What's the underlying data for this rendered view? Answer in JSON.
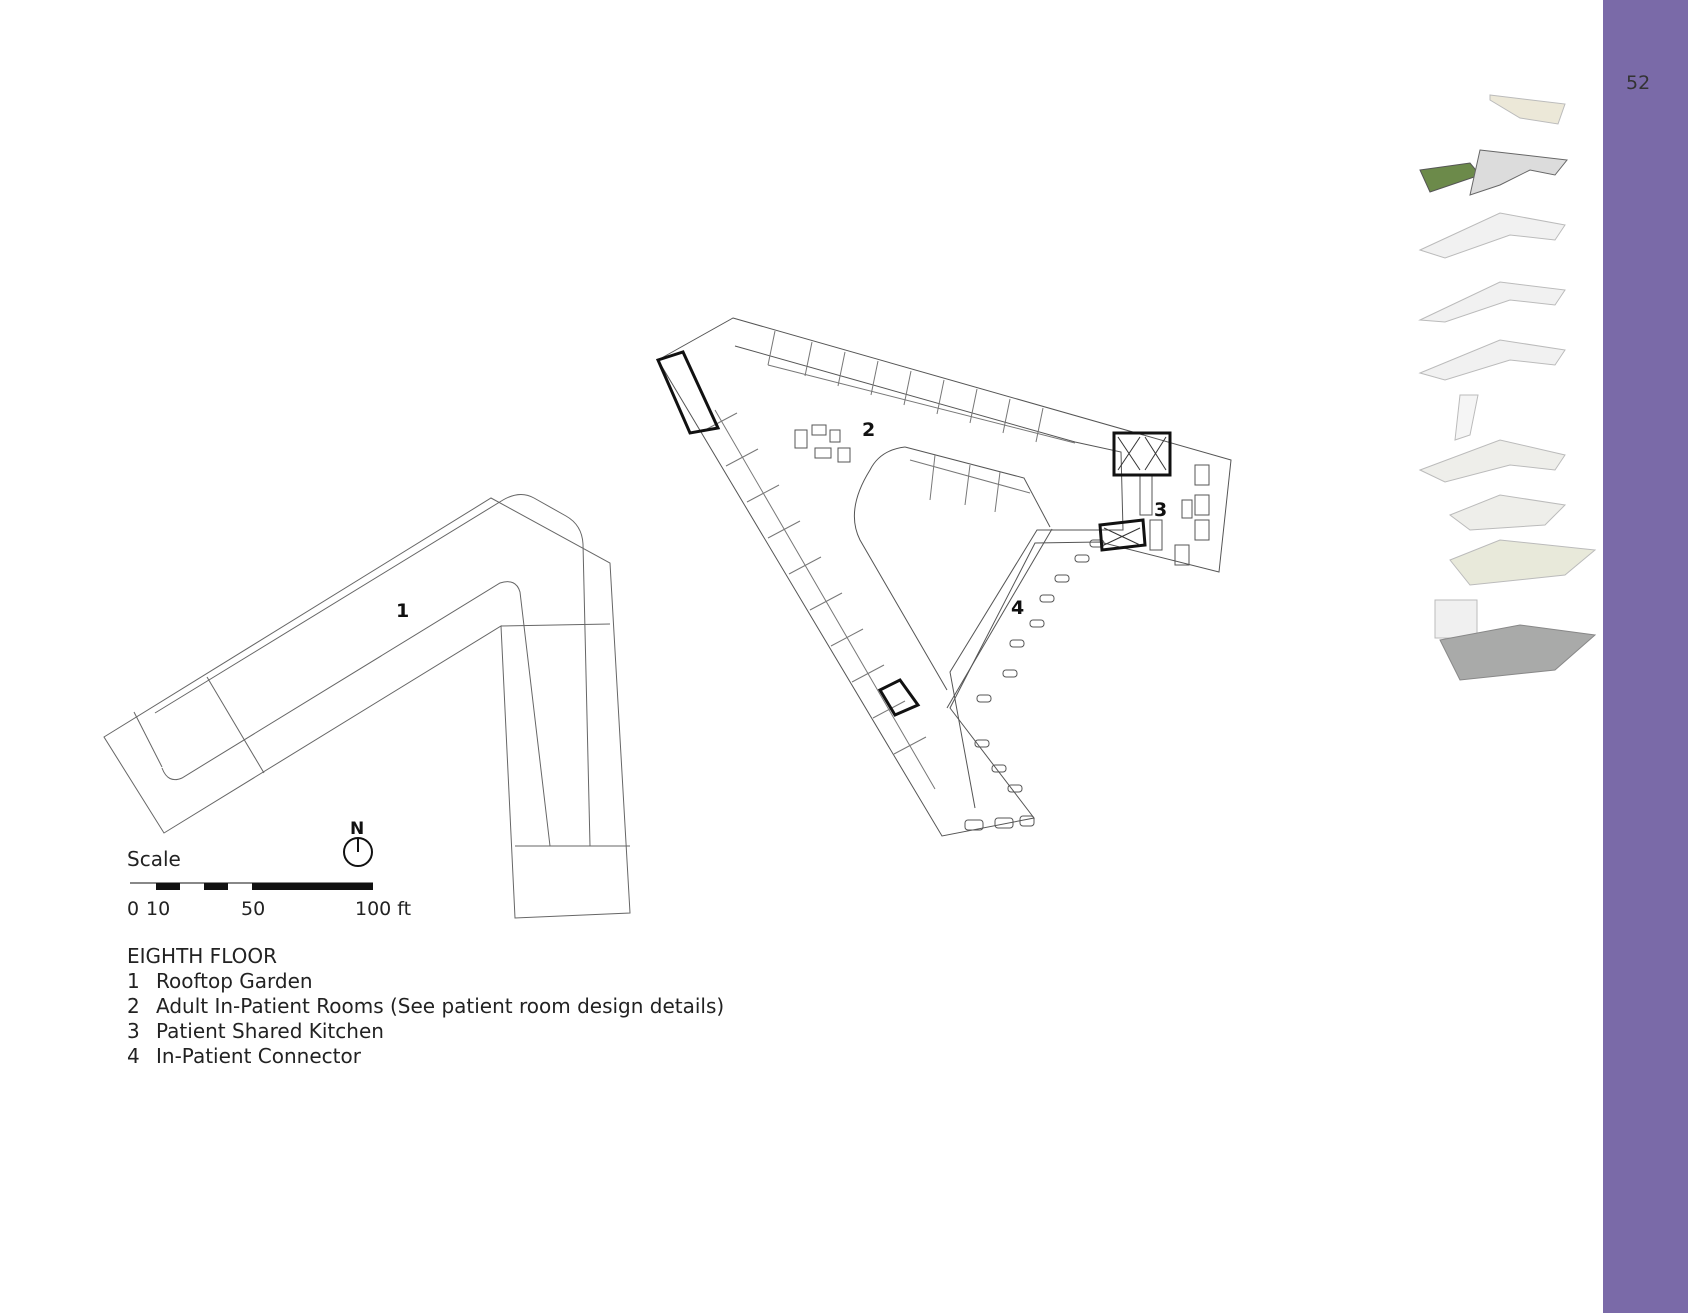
{
  "page": {
    "number": "52"
  },
  "accent_color": "#7a6aa8",
  "map_labels": {
    "zone1": "1",
    "zone2": "2",
    "zone3": "3",
    "zone4": "4"
  },
  "compass": {
    "letter": "N"
  },
  "scale": {
    "title": "Scale",
    "ticks": [
      "0",
      "10",
      "50",
      "100 ft"
    ]
  },
  "legend": {
    "title": "EIGHTH FLOOR",
    "items": [
      {
        "num": "1",
        "label": "Rooftop Garden"
      },
      {
        "num": "2",
        "label": "Adult In-Patient Rooms (See patient room design details)"
      },
      {
        "num": "3",
        "label": "Patient Shared Kitchen"
      },
      {
        "num": "4",
        "label": "In-Patient Connector"
      }
    ]
  }
}
